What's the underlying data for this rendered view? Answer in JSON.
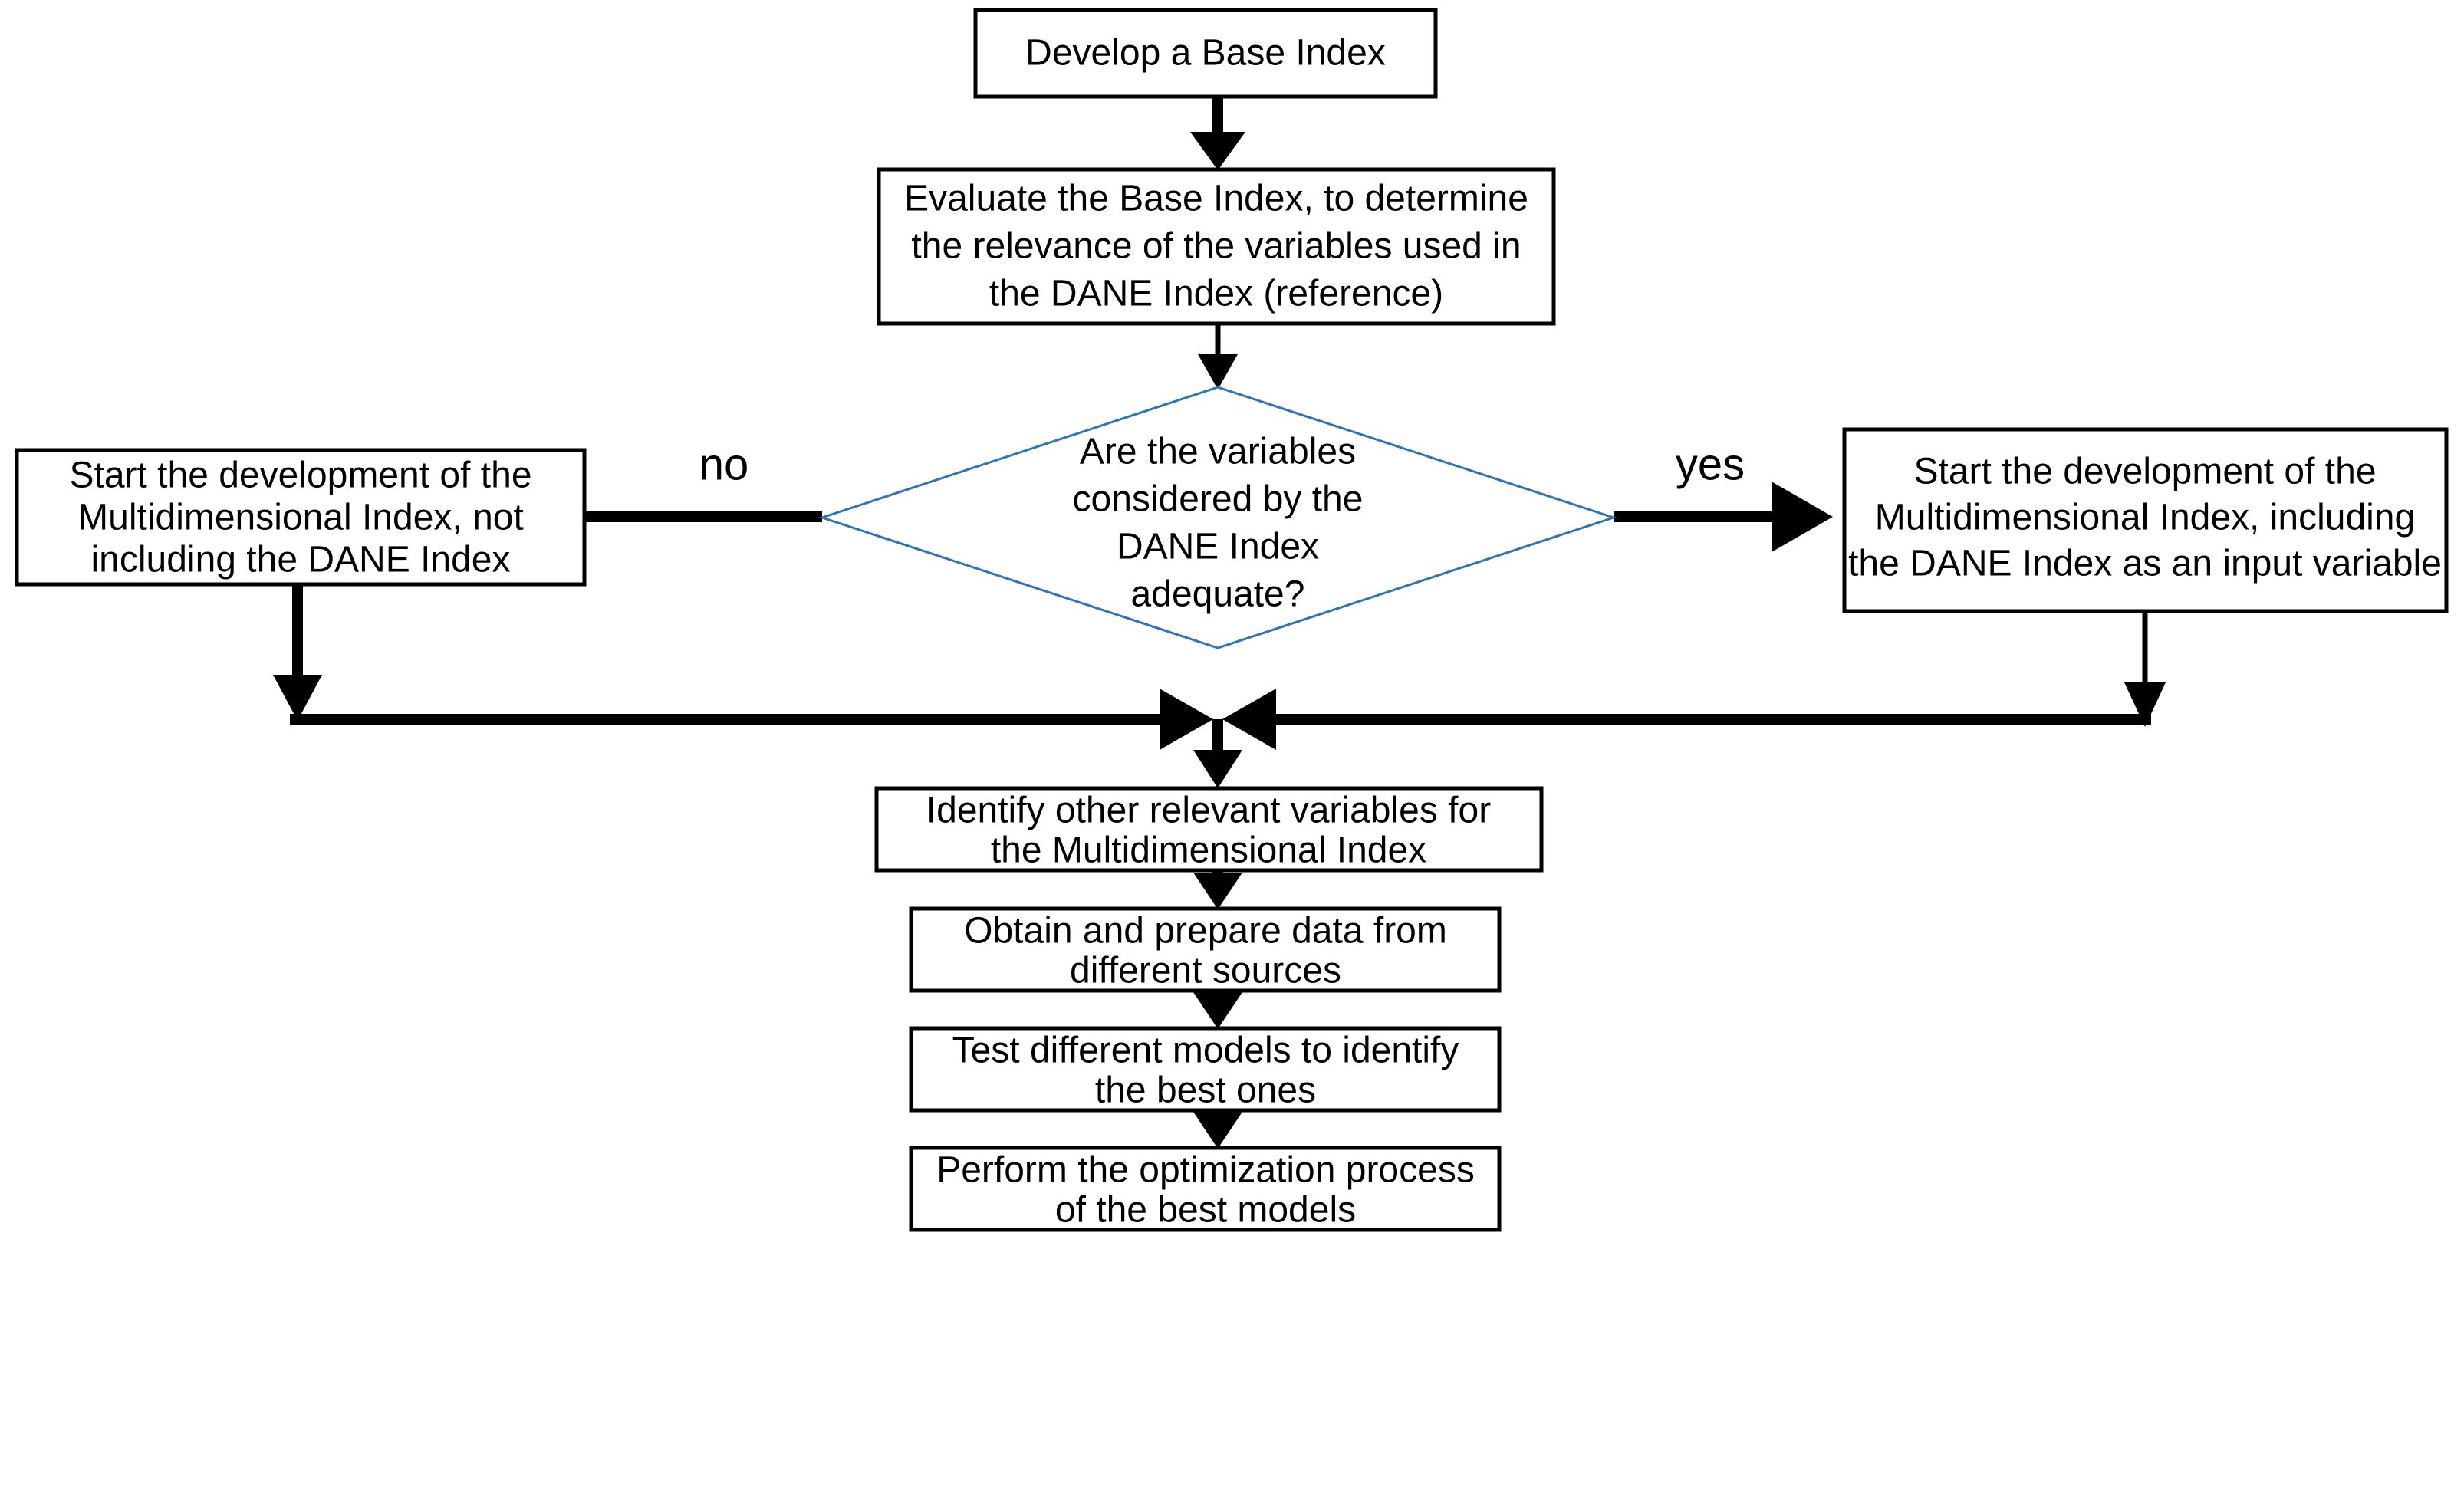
{
  "diagram": {
    "title": "Multidimensional Index Development Flowchart",
    "type": "flowchart",
    "colors": {
      "box_stroke": "#000000",
      "diamond_stroke": "#2E75B6",
      "connector": "#000000",
      "background": "#ffffff",
      "text": "#000000"
    },
    "nodes": [
      {
        "id": "develop-base-index",
        "shape": "rectangle",
        "lines": [
          "Develop a Base Index"
        ]
      },
      {
        "id": "evaluate-base-index",
        "shape": "rectangle",
        "lines": [
          "Evaluate the Base Index, to determine",
          "the relevance of the variables used in",
          "the DANE Index (reference)"
        ]
      },
      {
        "id": "variables-adequate-decision",
        "shape": "diamond",
        "lines": [
          "Are the variables",
          "considered by the",
          "DANE Index",
          "adequate?"
        ]
      },
      {
        "id": "start-without-dane",
        "shape": "rectangle",
        "lines": [
          "Start the development of the",
          "Multidimensional Index, not",
          "including the DANE Index"
        ]
      },
      {
        "id": "start-with-dane",
        "shape": "rectangle",
        "lines": [
          "Start the development of the",
          "Multidimensional Index, including",
          "the DANE Index as an input variable"
        ]
      },
      {
        "id": "identify-other-variables",
        "shape": "rectangle",
        "lines": [
          "Identify other relevant variables for",
          "the Multidimensional Index"
        ]
      },
      {
        "id": "obtain-prepare-data",
        "shape": "rectangle",
        "lines": [
          "Obtain and prepare data from",
          "different sources"
        ]
      },
      {
        "id": "test-models",
        "shape": "rectangle",
        "lines": [
          "Test different models to identify",
          "the best ones"
        ]
      },
      {
        "id": "perform-optimization",
        "shape": "rectangle",
        "lines": [
          "Perform the optimization process",
          "of the best models"
        ]
      }
    ],
    "branch_labels": {
      "no": "no",
      "yes": "yes"
    },
    "edges": [
      {
        "from": "develop-base-index",
        "to": "evaluate-base-index",
        "label": ""
      },
      {
        "from": "evaluate-base-index",
        "to": "variables-adequate-decision",
        "label": ""
      },
      {
        "from": "variables-adequate-decision",
        "to": "start-without-dane",
        "label": "no"
      },
      {
        "from": "variables-adequate-decision",
        "to": "start-with-dane",
        "label": "yes"
      },
      {
        "from": "start-without-dane",
        "to": "identify-other-variables",
        "label": ""
      },
      {
        "from": "start-with-dane",
        "to": "identify-other-variables",
        "label": ""
      },
      {
        "from": "identify-other-variables",
        "to": "obtain-prepare-data",
        "label": ""
      },
      {
        "from": "obtain-prepare-data",
        "to": "test-models",
        "label": ""
      },
      {
        "from": "test-models",
        "to": "perform-optimization",
        "label": ""
      }
    ]
  }
}
